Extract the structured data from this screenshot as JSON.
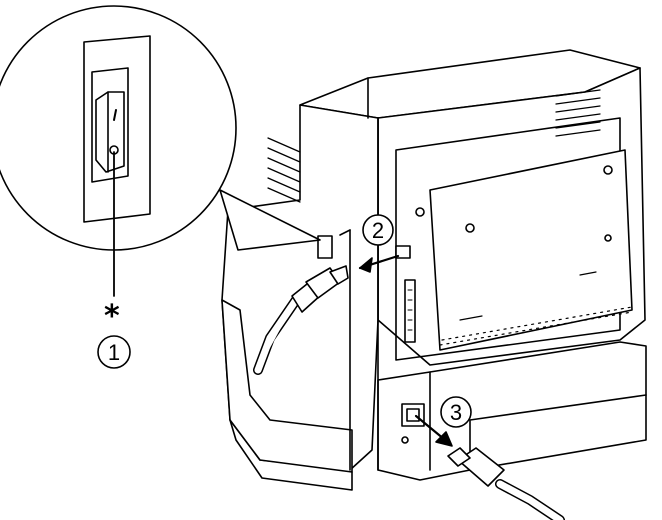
{
  "callouts": {
    "step1": "1",
    "step2": "2",
    "step3": "3",
    "asterisk": "*"
  },
  "icons": {
    "power_switch": "power-switch-icon",
    "usb_cable": "usb-cable-icon",
    "power_cord": "power-cord-icon",
    "removal_arrow": "arrow-icon"
  },
  "colors": {
    "line": "#000000",
    "fill": "#ffffff"
  }
}
